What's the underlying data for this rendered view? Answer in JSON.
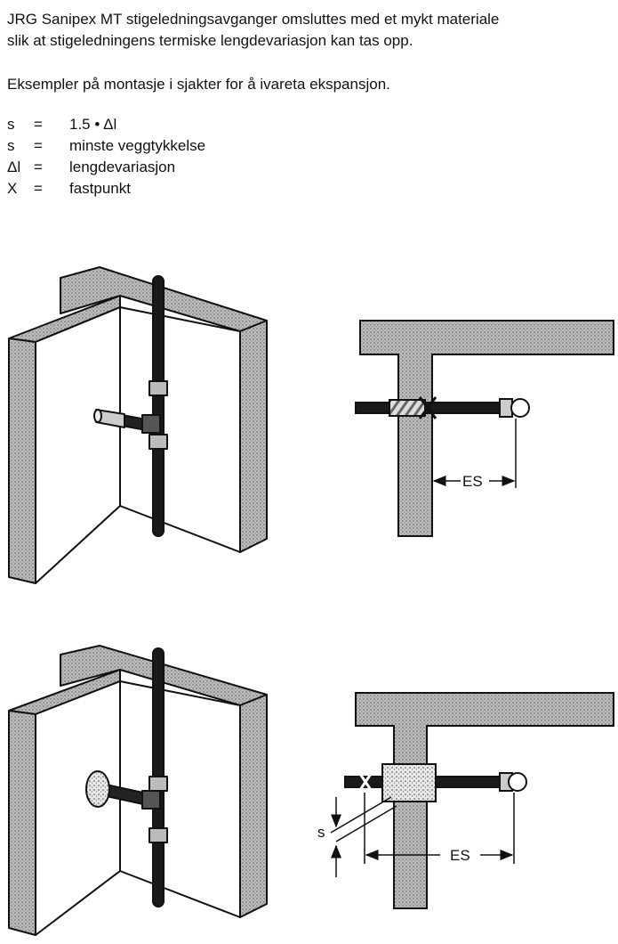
{
  "intro": {
    "line1": "JRG Sanipex MT stigeledningsavganger omsluttes med et mykt materiale",
    "line2": "slik at stigeledningens termiske lengdevariasjon kan tas opp.",
    "line3": "Eksempler på montasje i sjakter for å ivareta ekspansjon."
  },
  "legend": [
    {
      "symbol": "s",
      "eq": "=",
      "text": "1.5 • Δl"
    },
    {
      "symbol": "s",
      "eq": "=",
      "text": "minste veggtykkelse"
    },
    {
      "symbol": "Δl",
      "eq": "=",
      "text": "lengdevariasjon"
    },
    {
      "symbol": "X",
      "eq": "=",
      "text": "fastpunkt"
    }
  ],
  "diagrams": {
    "top_right": {
      "dimension_label": "ES",
      "fixpoint_label": "X"
    },
    "bottom_right": {
      "dimension_label": "ES",
      "wall_label": "s",
      "fixpoint_label": "X"
    }
  }
}
